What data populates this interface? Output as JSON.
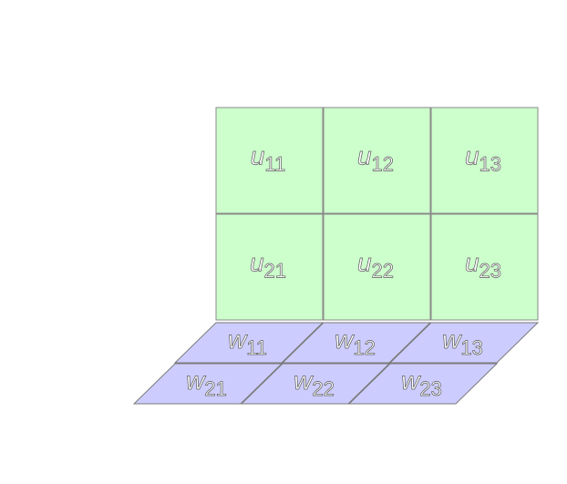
{
  "colors": {
    "u_fill": "#ccffcc",
    "w_fill": "#ccccff",
    "cell_stroke": "#8a8a8a",
    "label_outline": "#5a5a5a"
  },
  "matrix_u": {
    "rows": [
      [
        {
          "base": "u",
          "sub": "11"
        },
        {
          "base": "u",
          "sub": "12"
        },
        {
          "base": "u",
          "sub": "13"
        }
      ],
      [
        {
          "base": "u",
          "sub": "21"
        },
        {
          "base": "u",
          "sub": "22"
        },
        {
          "base": "u",
          "sub": "23"
        }
      ]
    ]
  },
  "matrix_w": {
    "rows": [
      [
        {
          "base": "w",
          "sub": "11"
        },
        {
          "base": "w",
          "sub": "12"
        },
        {
          "base": "w",
          "sub": "13"
        }
      ],
      [
        {
          "base": "w",
          "sub": "21"
        },
        {
          "base": "w",
          "sub": "22"
        },
        {
          "base": "w",
          "sub": "23"
        }
      ]
    ]
  }
}
